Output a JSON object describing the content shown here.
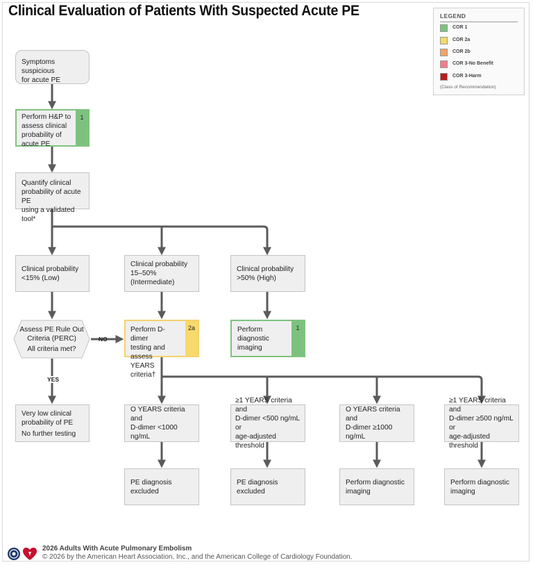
{
  "title": "Clinical Evaluation of Patients With Suspected Acute PE",
  "legend": {
    "heading": "LEGEND",
    "items": [
      {
        "label": "COR 1",
        "color": "#7cc27e"
      },
      {
        "label": "COR 2a",
        "color": "#f8d96b"
      },
      {
        "label": "COR 2b",
        "color": "#f2a36a"
      },
      {
        "label": "COR 3-No Benefit",
        "color": "#ee7f8a"
      },
      {
        "label": "COR 3-Harm",
        "color": "#b71c1c"
      }
    ],
    "note": "(Class of Recommendation)"
  },
  "nodes": {
    "symptoms": "Symptoms suspicious\nfor acute PE",
    "hp": "Perform H&P to\nassess clinical\nprobability of\nacute PE",
    "hp_cor": "1",
    "quantify": "Quantify clinical\nprobability of acute PE\nusing a validated tool*",
    "low": "Clinical probability\n<15% (Low)",
    "intermediate": "Clinical probability\n15–50% (Intermediate)",
    "high": "Clinical probability\n>50% (High)",
    "perc_line1": "Assess PE Rule Out",
    "perc_line2": "Criteria (PERC)",
    "perc_line3": "All criteria met?",
    "ddimer": "Perform D-dimer\ntesting and assess\nYEARS criteria†",
    "ddimer_cor": "2a",
    "imaging_high": "Perform diagnostic\nimaging",
    "imaging_high_cor": "1",
    "very_low_line1": "Very low clinical\nprobability of PE",
    "very_low_line2": "No further testing",
    "years0_low": "O YEARS criteria and\nD-dimer <1000 ng/mL",
    "years1_low": "≥1 YEARS criteria and\nD-dimer <500 ng/mL or\nage-adjusted threshold",
    "years0_high": "O YEARS criteria and\nD-dimer ≥1000 ng/mL",
    "years1_high": "≥1 YEARS criteria and\nD-dimer ≥500 ng/mL or\nage-adjusted threshold",
    "excluded1": "PE diagnosis excluded",
    "excluded2": "PE diagnosis excluded",
    "imaging3": "Perform diagnostic\nimaging",
    "imaging4": "Perform diagnostic\nimaging"
  },
  "edge_labels": {
    "no": "NO",
    "yes": "YES"
  },
  "footer": {
    "line1": "2026 Adults With Acute Pulmonary Embolism",
    "line2": "© 2026 by the American Heart Association, Inc., and the American College of Cardiology Foundation."
  }
}
